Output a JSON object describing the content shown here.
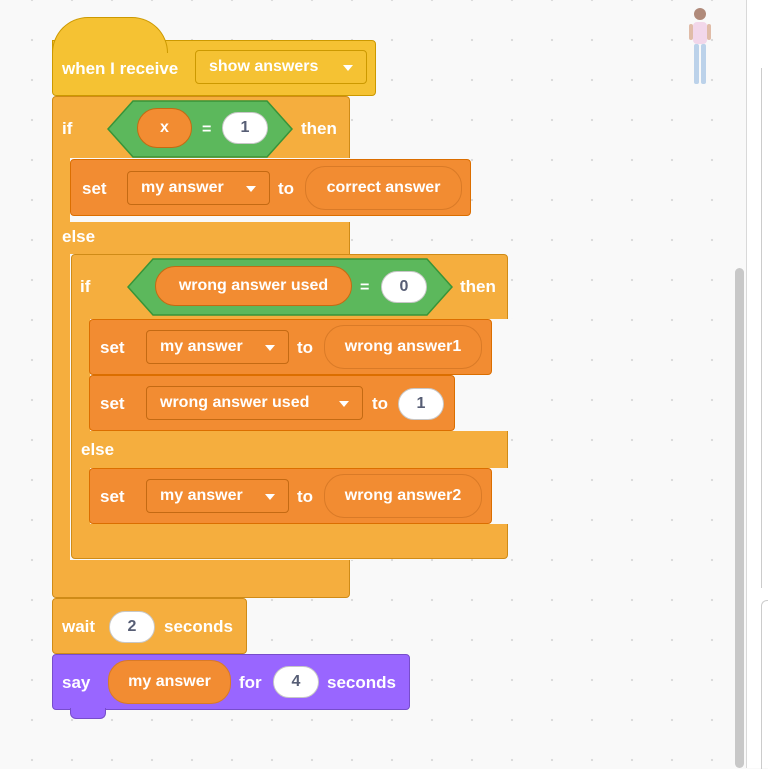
{
  "event": {
    "label": "when I receive",
    "message": "show answers"
  },
  "if1": {
    "if_label": "if",
    "then_label": "then",
    "else_label": "else",
    "cond": {
      "left": "x",
      "op": "=",
      "right": "1"
    }
  },
  "set1": {
    "label": "set",
    "var": "my answer",
    "to_label": "to",
    "value": "correct answer"
  },
  "if2": {
    "if_label": "if",
    "then_label": "then",
    "else_label": "else",
    "cond": {
      "left": "wrong answer used",
      "op": "=",
      "right": "0"
    }
  },
  "set2": {
    "label": "set",
    "var": "my answer",
    "to_label": "to",
    "value": "wrong answer1"
  },
  "set3": {
    "label": "set",
    "var": "wrong answer used",
    "to_label": "to",
    "value": "1"
  },
  "set4": {
    "label": "set",
    "var": "my answer",
    "to_label": "to",
    "value": "wrong answer2"
  },
  "wait": {
    "label": "wait",
    "value": "2",
    "unit": "seconds"
  },
  "say": {
    "label": "say",
    "reporter": "my answer",
    "for_label": "for",
    "value": "4",
    "unit": "seconds"
  },
  "colors": {
    "control": "#f5ae3e",
    "events": "#f5c233",
    "variables": "#f28c32",
    "operators": "#5cb85c",
    "looks": "#9966ff"
  }
}
